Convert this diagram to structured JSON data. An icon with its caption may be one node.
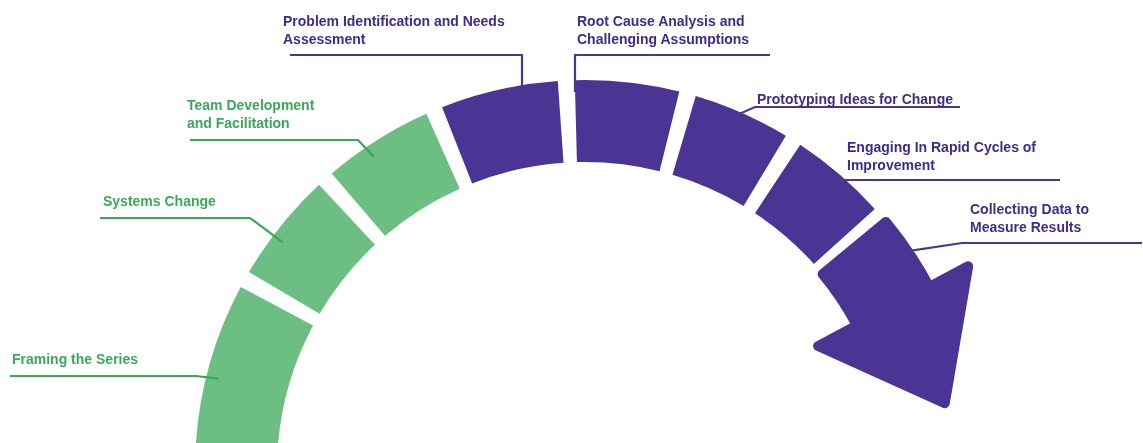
{
  "diagram": {
    "nodes": [
      {
        "text": [
          "Framing the Series"
        ]
      },
      {
        "text": [
          "Systems Change"
        ]
      },
      {
        "text": [
          "Team Development and Facilitation"
        ]
      },
      {
        "text": [
          "Problem Identification and Needs Assessment"
        ]
      },
      {
        "text": [
          "Root Cause Analysis and Challenging Assumptions"
        ]
      },
      {
        "text": [
          "Prototyping Ideas for Change"
        ]
      },
      {
        "text": [
          "Engaging In Rapid Cycles of Improvement"
        ]
      },
      {
        "text": [
          "Collecting Data to Measure Results"
        ]
      },
      {
        "text": [],
        "shape": "bar"
      },
      {
        "text": [],
        "shape": "bar"
      },
      {
        "text": [],
        "shape": "bar"
      },
      {
        "text": [],
        "shape": "bar"
      },
      {
        "text": [],
        "shape": "bar"
      },
      {
        "text": [],
        "shape": "bar"
      },
      {
        "text": [],
        "shape": "bar"
      },
      {
        "text": [],
        "shape": "bar"
      }
    ],
    "edges": [
      {
        "from": 0,
        "to": 8,
        "arrow": "none",
        "color": "#3aa85a"
      },
      {
        "from": 1,
        "to": 9,
        "arrow": "none",
        "color": "#3aa85a"
      },
      {
        "from": 2,
        "to": 10,
        "arrow": "none",
        "color": "#3aa85a"
      },
      {
        "from": 3,
        "to": 11,
        "arrow": "none"
      },
      {
        "from": 4,
        "to": 12,
        "arrow": "none"
      },
      {
        "from": 5,
        "to": 13,
        "arrow": "none"
      },
      {
        "from": 6,
        "to": 14,
        "arrow": "none"
      },
      {
        "from": 7,
        "to": 15,
        "arrow": "none"
      }
    ]
  }
}
